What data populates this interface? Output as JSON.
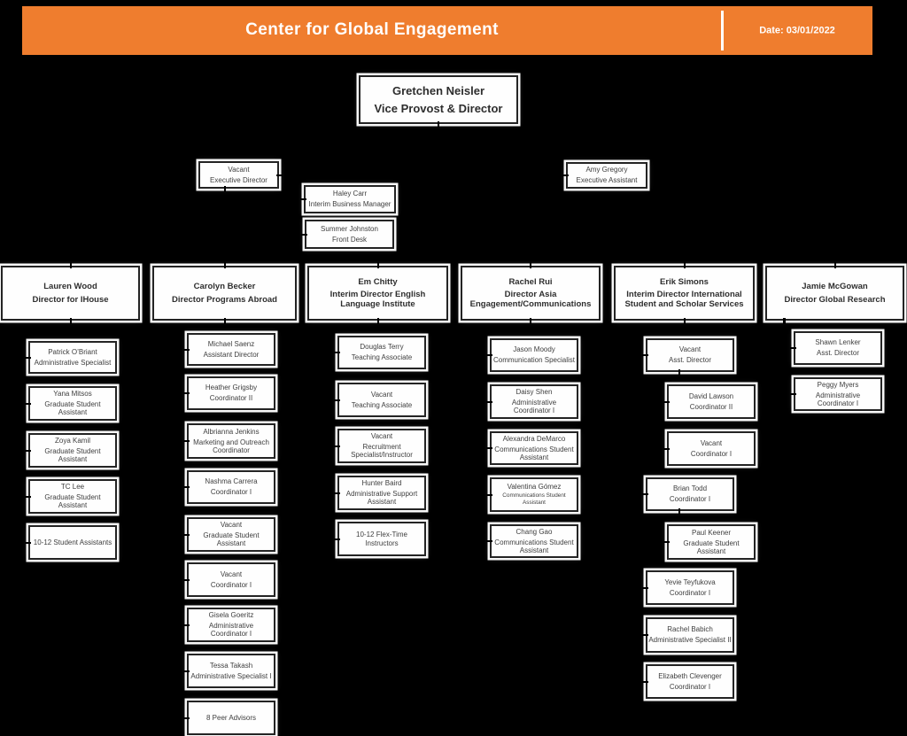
{
  "header": {
    "title": "Center for Global Engagement",
    "date": "Date: 03/01/2022",
    "accent_color": "#ef7d2e",
    "text_color": "#ffffff"
  },
  "org": {
    "root": {
      "name": "Gretchen Neisler",
      "title": "Vice Provost & Director"
    },
    "staff": [
      {
        "name": "Vacant",
        "title": "Executive Director"
      },
      {
        "name": "Haley Carr",
        "title": "Interim Business Manager"
      },
      {
        "name": "Summer Johnston",
        "title": "Front Desk"
      },
      {
        "name": "Amy Gregory",
        "title": "Executive Assistant"
      }
    ],
    "directors": [
      {
        "name": "Lauren Wood",
        "title": "Director for IHouse",
        "reports": [
          {
            "name": "Patrick O’Briant",
            "title": "Administrative Specialist"
          },
          {
            "name": "Yana Mitsos",
            "title": "Graduate Student Assistant"
          },
          {
            "name": "Zoya Kamil",
            "title": "Graduate Student Assistant"
          },
          {
            "name": "TC Lee",
            "title": "Graduate Student Assistant"
          },
          {
            "name": "10-12 Student Assistants",
            "title": ""
          }
        ]
      },
      {
        "name": "Carolyn Becker",
        "title": "Director Programs Abroad",
        "reports": [
          {
            "name": "Michael Saenz",
            "title": "Assistant Director"
          },
          {
            "name": "Heather Grigsby",
            "title": "Coordinator II"
          },
          {
            "name": "Albrianna Jenkins",
            "title": "Marketing and Outreach Coordinator"
          },
          {
            "name": "Nashma Carrera",
            "title": "Coordinator I"
          },
          {
            "name": "Vacant",
            "title": "Graduate Student Assistant"
          },
          {
            "name": "Vacant",
            "title": "Coordinator I"
          },
          {
            "name": "Gisela Goeritz",
            "title": "Administrative Coordinator I"
          },
          {
            "name": "Tessa Takash",
            "title": "Administrative Specialist I"
          },
          {
            "name": "8 Peer Advisors",
            "title": ""
          }
        ]
      },
      {
        "name": "Em Chitty",
        "title": "Interim Director English Language Institute",
        "reports": [
          {
            "name": "Douglas Terry",
            "title": "Teaching Associate"
          },
          {
            "name": "Vacant",
            "title": "Teaching Associate"
          },
          {
            "name": "Vacant",
            "title": "Recruitment Specialist/Instructor"
          },
          {
            "name": "Hunter Baird",
            "title": "Administrative Support Assistant"
          },
          {
            "name": "10-12 Flex-Time Instructors",
            "title": ""
          }
        ]
      },
      {
        "name": "Rachel Rui",
        "title": "Director Asia Engagement/Communications",
        "reports": [
          {
            "name": "Jason Moody",
            "title": "Communication Specialist"
          },
          {
            "name": "Daisy Shen",
            "title": "Administrative Coordinator I"
          },
          {
            "name": "Alexandra DeMarco",
            "title": "Communications Student Assistant"
          },
          {
            "name": "Valentina Gómez",
            "title": "Communications Student Assistant"
          },
          {
            "name": "Chang Gao",
            "title": "Communications Student Assistant"
          }
        ]
      },
      {
        "name": "Erik Simons",
        "title": "Interim Director International Student and Scholar Services",
        "reports": [
          {
            "name": "Vacant",
            "title": "Asst. Director"
          },
          {
            "name": "David Lawson",
            "title": "Coordinator II"
          },
          {
            "name": "Vacant",
            "title": "Coordinator I"
          },
          {
            "name": "Brian Todd",
            "title": "Coordinator I"
          },
          {
            "name": "Paul Keener",
            "title": "Graduate Student Assistant"
          },
          {
            "name": "Yevie Teyfukova",
            "title": "Coordinator I"
          },
          {
            "name": "Rachel Babich",
            "title": "Administrative Specialist II"
          },
          {
            "name": "Elizabeth Clevenger",
            "title": "Coordinator I"
          }
        ]
      },
      {
        "name": "Jamie McGowan",
        "title": "Director Global Research",
        "reports": [
          {
            "name": "Shawn Lenker",
            "title": "Asst. Director"
          },
          {
            "name": "Peggy Myers",
            "title": "Administrative Coordinator I"
          }
        ]
      }
    ]
  }
}
